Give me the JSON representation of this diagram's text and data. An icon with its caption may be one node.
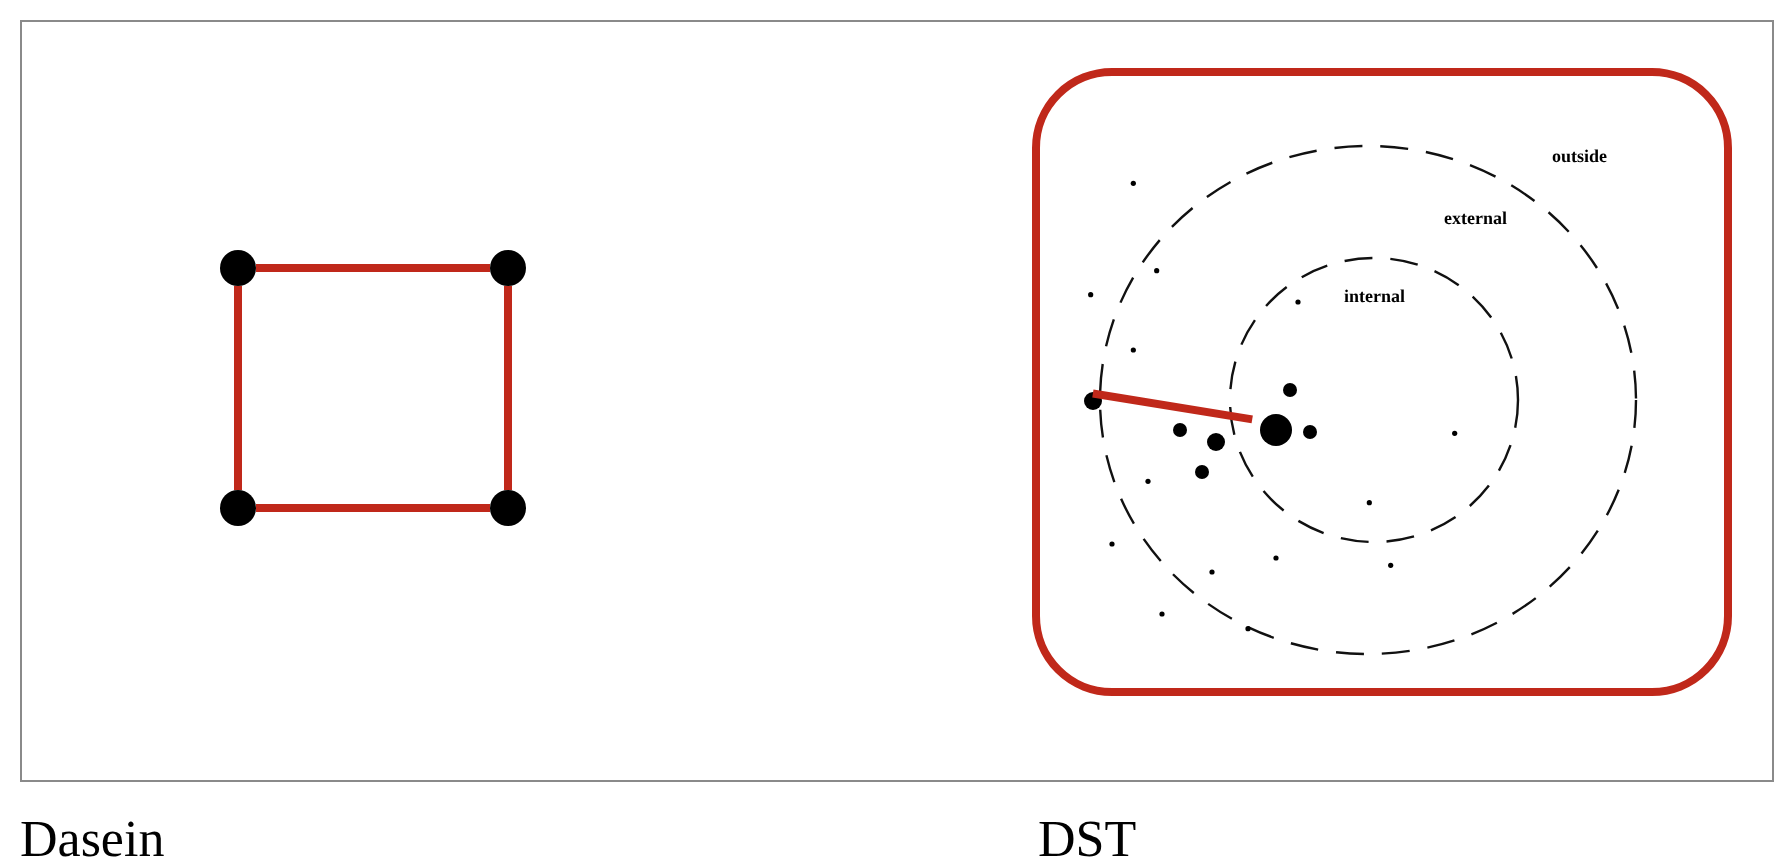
{
  "diagram": {
    "nodes": [
      {
        "text": [],
        "shape": "circle"
      },
      {
        "text": [],
        "shape": "circle"
      },
      {
        "text": [],
        "shape": "circle"
      },
      {
        "text": [],
        "shape": "circle"
      },
      {
        "text": [],
        "shape": "box"
      },
      {
        "text": [],
        "shape": "circle",
        "in": 4
      },
      {
        "text": [],
        "shape": "circle",
        "in": 4
      }
    ],
    "edges": [
      {
        "from": 0,
        "to": 1,
        "arrow": "none"
      },
      {
        "from": 1,
        "to": 3,
        "arrow": "none"
      },
      {
        "from": 3,
        "to": 2,
        "arrow": "none"
      },
      {
        "from": 2,
        "to": 0,
        "arrow": "none"
      },
      {
        "from": 5,
        "to": 6,
        "arrow": "none"
      }
    ],
    "labels": [
      "outside",
      "external",
      "internal",
      "Dasein",
      "DST"
    ]
  }
}
